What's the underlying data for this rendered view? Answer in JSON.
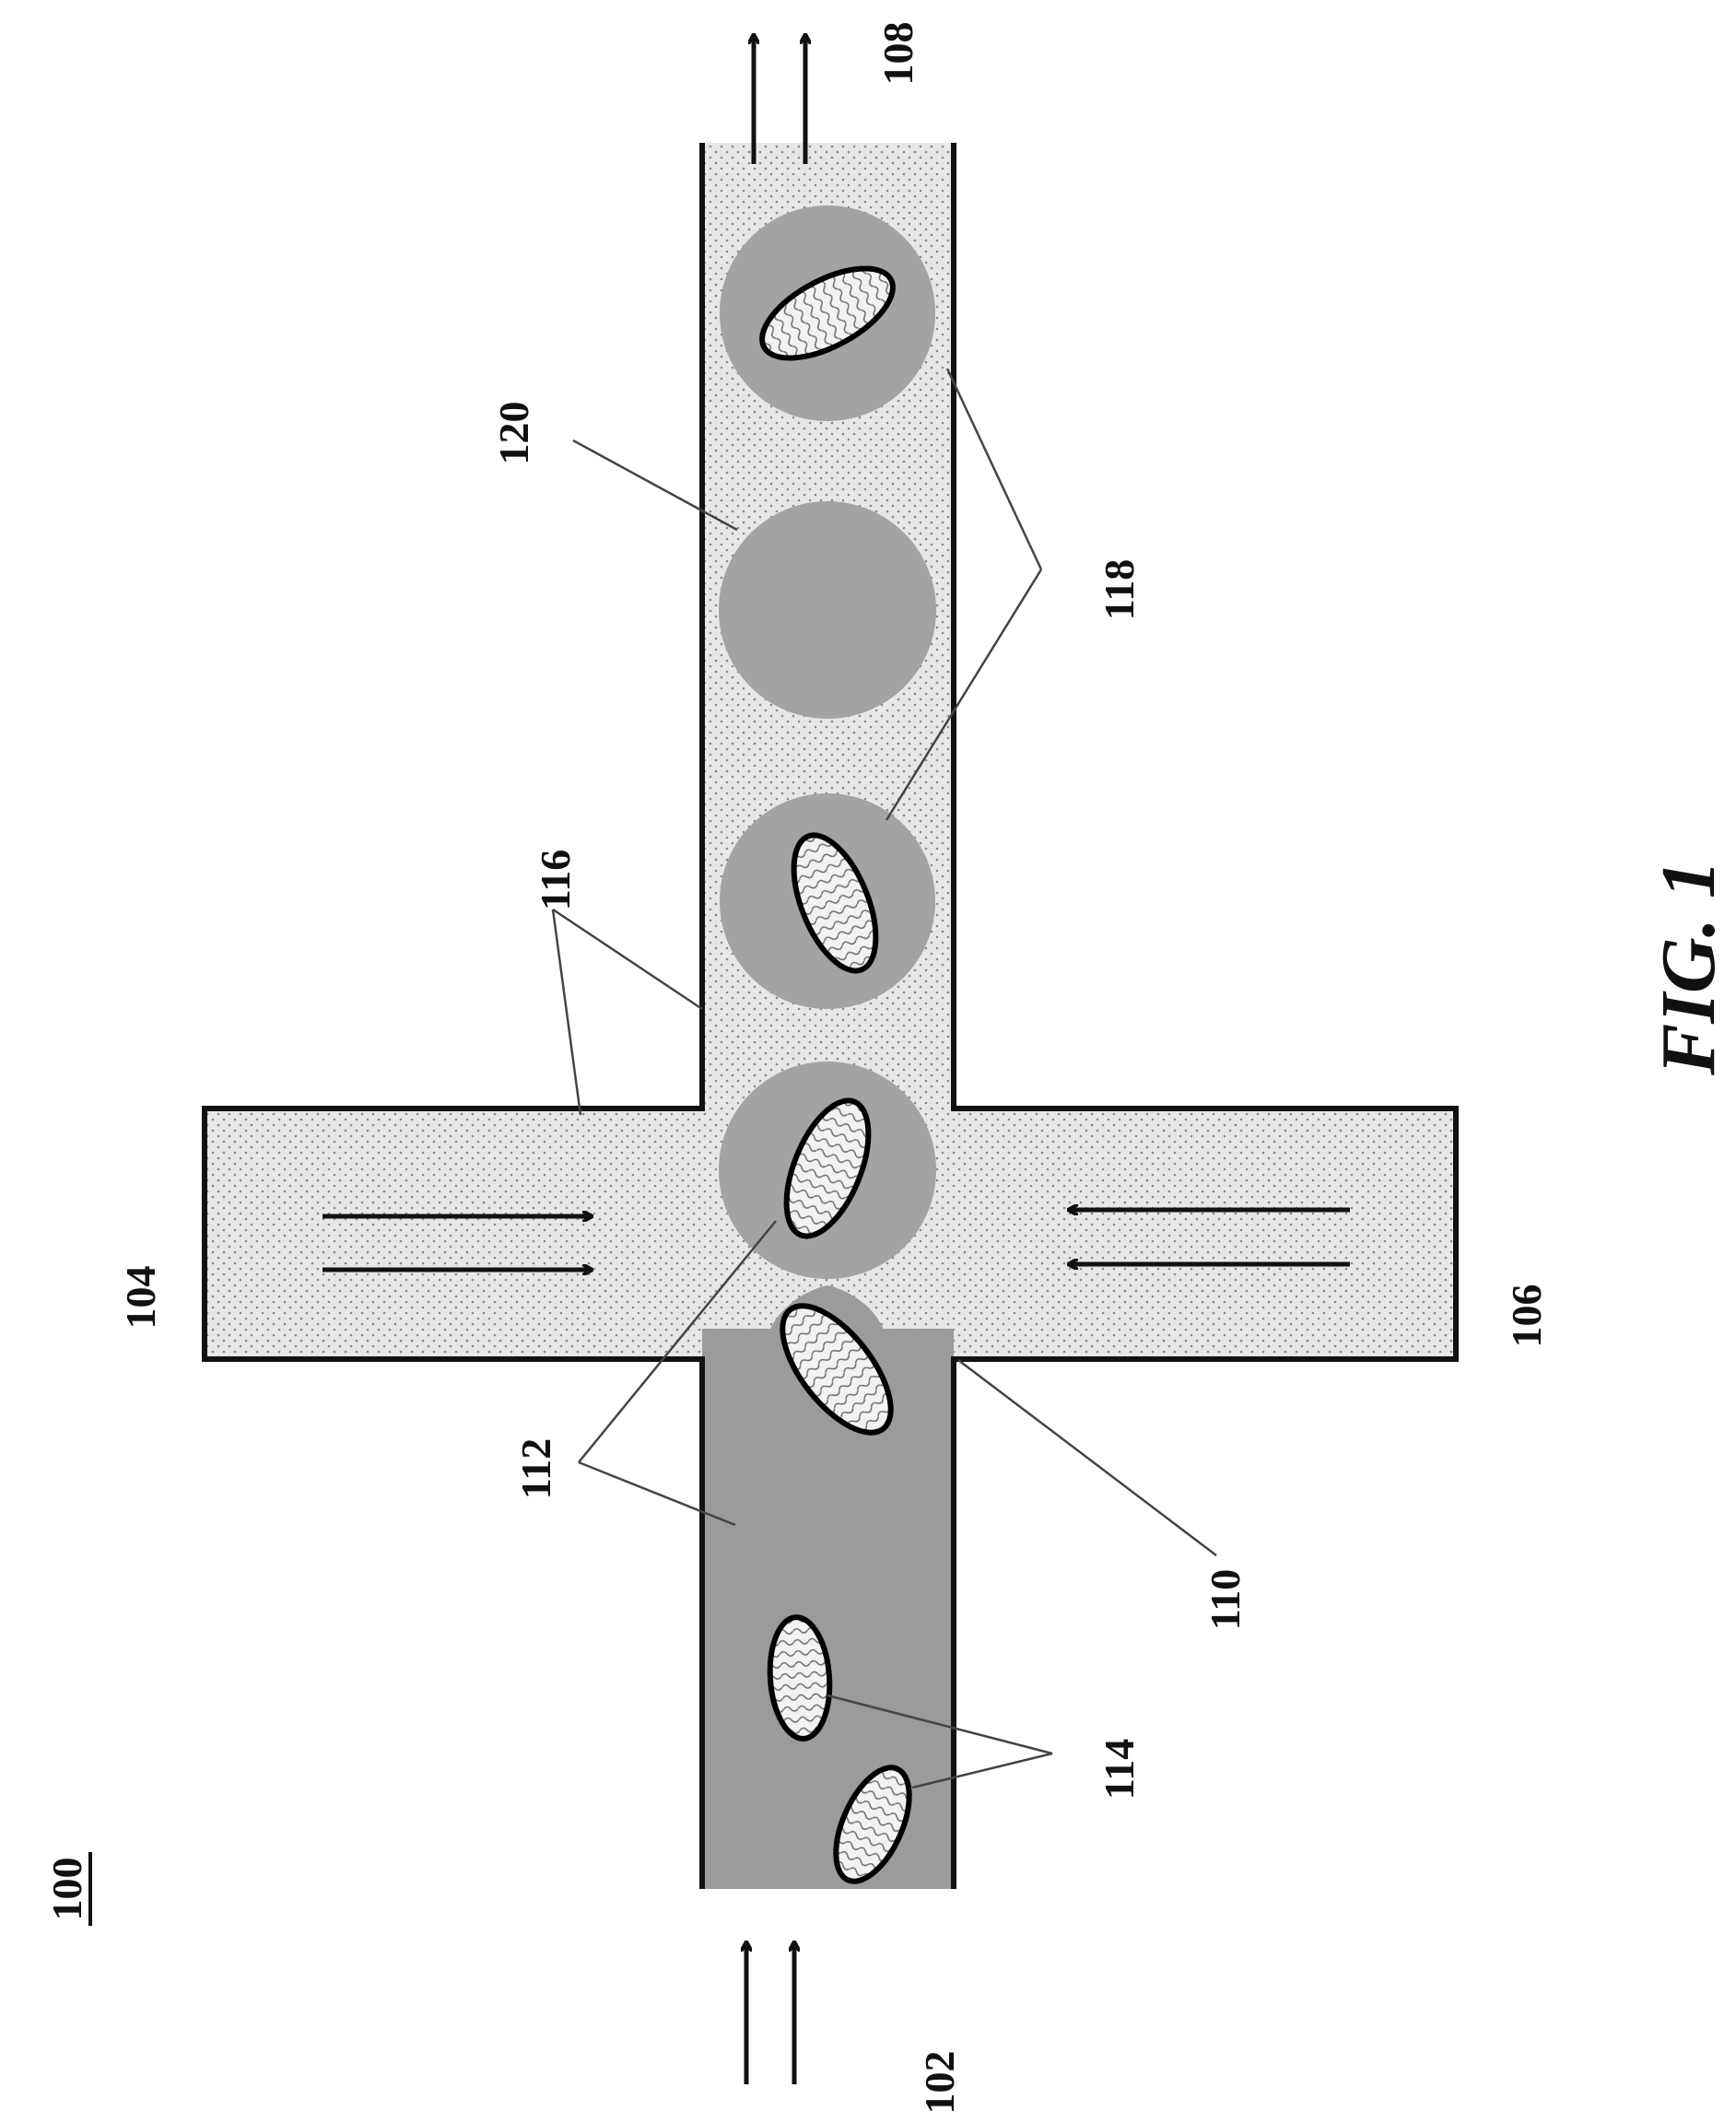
{
  "figure": {
    "number_label": "100",
    "caption": "FIG. 1"
  },
  "reference_numerals": {
    "dispersed_phase_inlet": "102",
    "continuous_phase_inlet_top": "104",
    "continuous_phase_inlet_bottom": "106",
    "outlet": "108",
    "junction": "110",
    "dispersed_phase": "112",
    "particles": "114",
    "continuous_phase": "116",
    "encapsulated_droplets": "118",
    "empty_droplet": "120"
  },
  "colors": {
    "dispersed_fill": "#9b9b9b",
    "continuous_fill": "#e7e7e7",
    "droplet_fill": "#a3a3a3",
    "wall": "#111111"
  }
}
